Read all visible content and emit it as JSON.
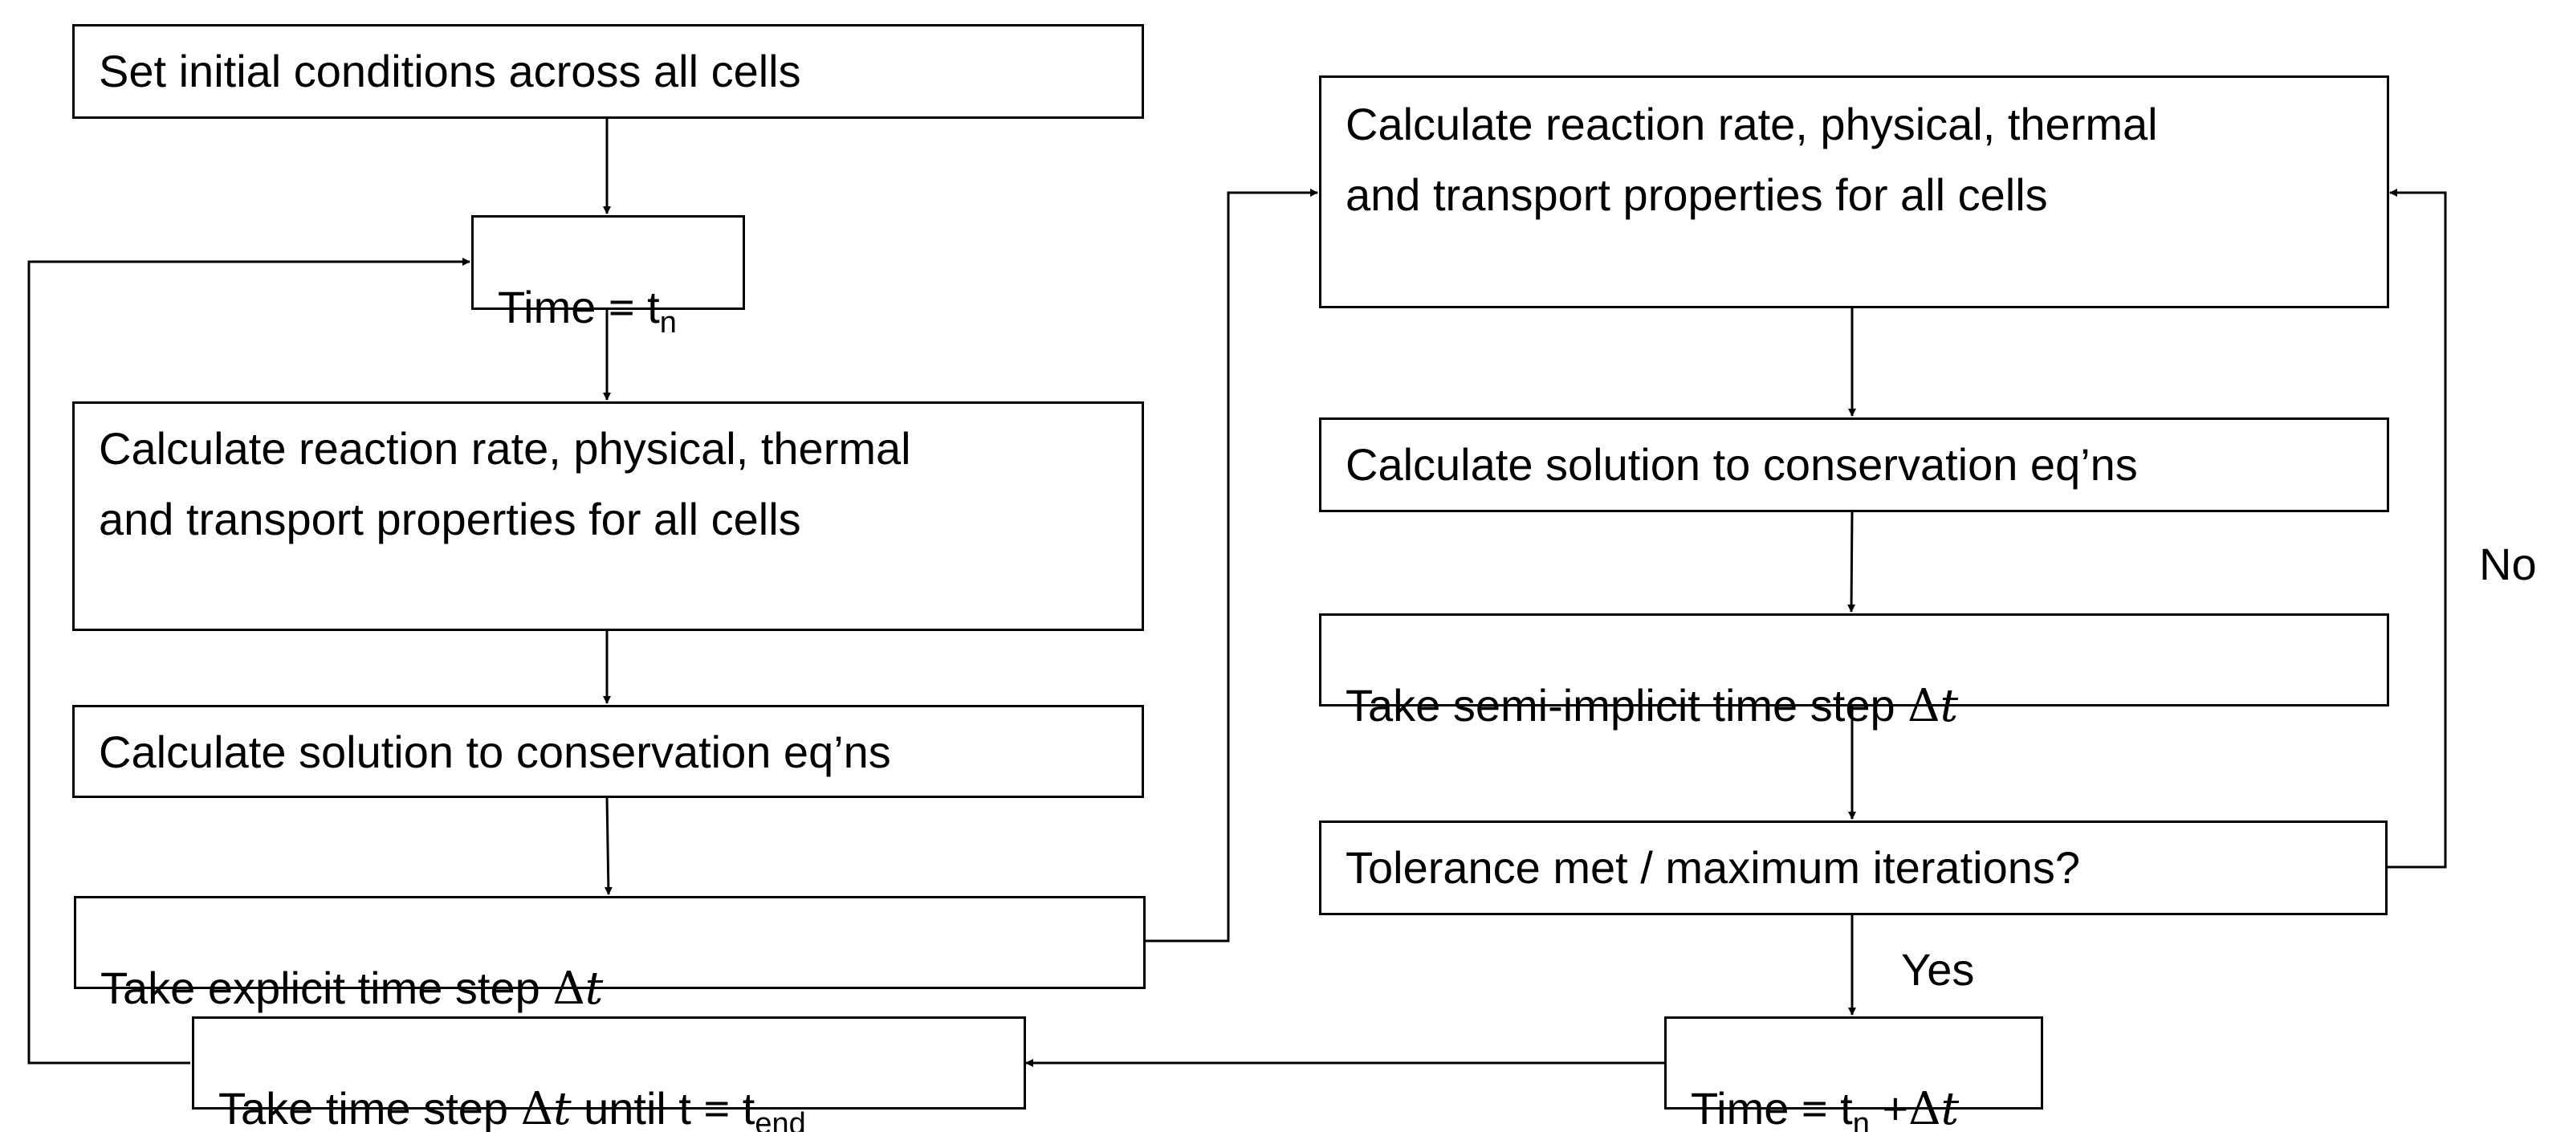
{
  "left_column": {
    "initial_conditions": "Set initial conditions across all cells",
    "time_tn": {
      "prefix": "Time = t",
      "subscript": "n"
    },
    "properties": "Calculate reaction rate, physical, thermal\nand transport properties for all cells",
    "solution": "Calculate solution to conservation eq’ns",
    "explicit_step": {
      "text": "Take explicit time step ",
      "symbol": "Δ",
      "var": "t"
    }
  },
  "right_column": {
    "properties": "Calculate reaction rate, physical, thermal\nand transport properties for all cells",
    "solution": "Calculate solution to conservation eq’ns",
    "semi_implicit_step": {
      "text": "Take semi-implicit time step ",
      "symbol": "Δ",
      "var": "t"
    },
    "tolerance": "Tolerance met / maximum iterations?"
  },
  "bottom_row": {
    "time_update": {
      "prefix": "Time = t",
      "subscript": "n",
      "middle": " +",
      "symbol": "Δ",
      "var": "t"
    },
    "loop_until": {
      "prefix": "Take time step ",
      "symbol": "Δ",
      "var": "t",
      "middle": " until t = t",
      "subscript": "end"
    }
  },
  "labels": {
    "no": "No",
    "yes": "Yes"
  }
}
